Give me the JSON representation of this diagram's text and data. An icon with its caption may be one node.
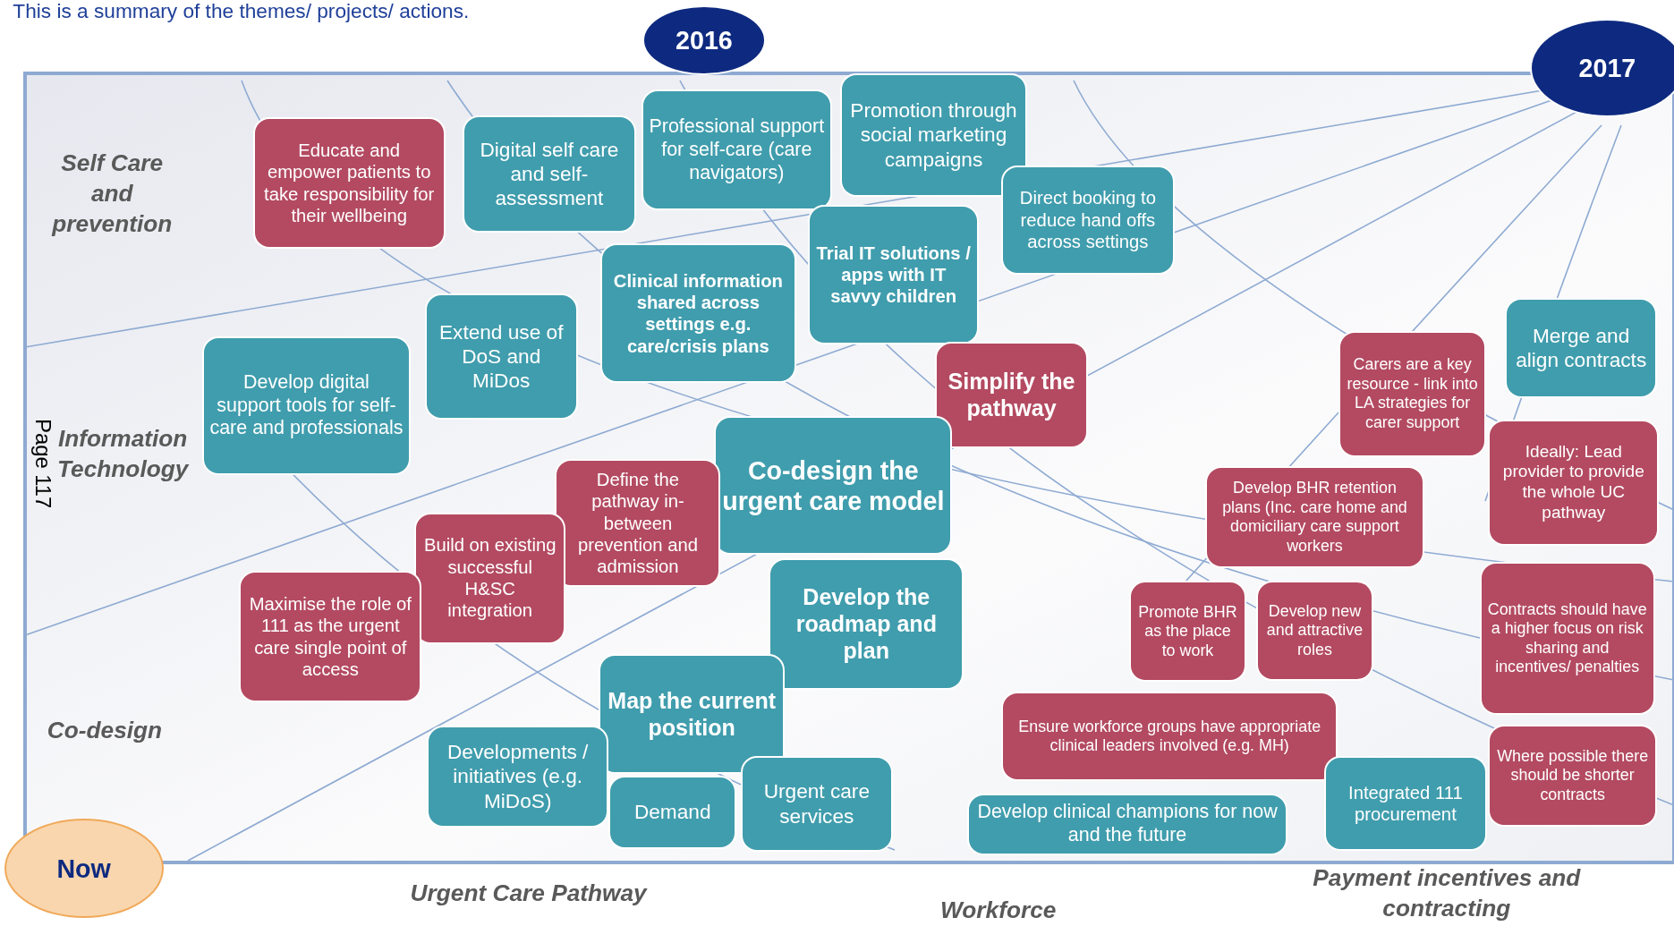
{
  "diagram": {
    "nodes": [
      {
        "text": [
          "2016"
        ]
      },
      {
        "text": [
          "2017"
        ]
      },
      {
        "text": [
          "Now"
        ]
      },
      {
        "text": [
          "Educate and empower patients to take responsibility for their wellbeing"
        ]
      },
      {
        "text": [
          "Digital self care and self-assessment"
        ]
      },
      {
        "text": [
          "Professional support for self-care (care navigators)"
        ]
      },
      {
        "text": [
          "Promotion through social marketing campaigns"
        ]
      },
      {
        "text": [
          "Direct booking to reduce hand offs across settings"
        ]
      },
      {
        "text": [
          "Trial IT solutions / apps with IT savvy children"
        ]
      },
      {
        "text": [
          "Clinical information shared across settings e.g. care/crisis plans"
        ]
      },
      {
        "text": [
          "Extend use of DoS and MiDos"
        ]
      },
      {
        "text": [
          "Develop digital support tools for self-care and professionals"
        ]
      },
      {
        "text": [
          "Simplify the pathway"
        ]
      },
      {
        "text": [
          "Co-design the urgent care model"
        ]
      },
      {
        "text": [
          "Define the pathway in-between prevention and admission"
        ]
      },
      {
        "text": [
          "Build on existing successful H&SC integration"
        ]
      },
      {
        "text": [
          "Maximise the role of 111 as the urgent care single point of access"
        ]
      },
      {
        "text": [
          "Develop the roadmap and plan"
        ]
      },
      {
        "text": [
          "Map the current position"
        ]
      },
      {
        "text": [
          "Developments / initiatives (e.g. MiDoS)"
        ]
      },
      {
        "text": [
          "Demand"
        ]
      },
      {
        "text": [
          "Urgent care services"
        ]
      },
      {
        "text": [
          "Carers are a key resource - link into LA strategies for carer support"
        ]
      },
      {
        "text": [
          "Merge and align contracts"
        ]
      },
      {
        "text": [
          "Ideally: Lead provider to provide the whole UC pathway"
        ]
      },
      {
        "text": [
          "Develop BHR retention plans (Inc. care home and domiciliary care support workers"
        ]
      },
      {
        "text": [
          "Promote BHR as the place to work"
        ]
      },
      {
        "text": [
          "Develop new and attractive roles"
        ]
      },
      {
        "text": [
          "Contracts should have a higher focus on risk sharing and incentives/ penalties"
        ]
      },
      {
        "text": [
          "Ensure workforce groups have appropriate clinical leaders involved (e.g. MH)"
        ]
      },
      {
        "text": [
          "Where possible there should be shorter contracts"
        ]
      },
      {
        "text": [
          "Integrated 111 procurement"
        ]
      },
      {
        "text": [
          "Develop clinical champions for now and the future"
        ]
      }
    ],
    "labels": [
      "This is a summary of the themes/ projects/ actions.",
      "Self Care and prevention",
      "Information Technology",
      "Page 117",
      "Co-design",
      "Payment incentives and contracting",
      "Urgent Care Pathway",
      "Workforce"
    ]
  }
}
